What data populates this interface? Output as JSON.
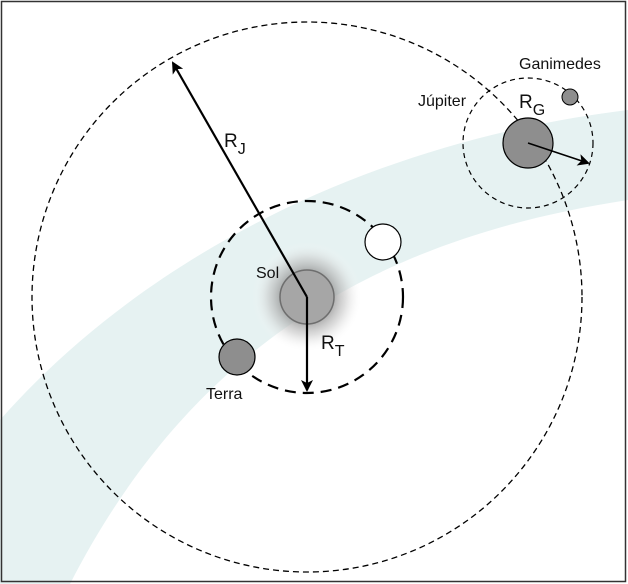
{
  "labels": {
    "sun": "Sol",
    "earth": "Terra",
    "jupiter": "Júpiter",
    "ganymede": "Ganimedes",
    "radius_jupiter": {
      "main": "R",
      "sub": "J"
    },
    "radius_earth": {
      "main": "R",
      "sub": "T"
    },
    "radius_ganymede": {
      "main": "R",
      "sub": "G"
    }
  },
  "colors": {
    "background_band": "#e6f2f2",
    "sun_core": "#a6a6a6",
    "sun_glow": "#7a7a7a",
    "planet_fill": "#8e8e8e",
    "line": "#000000"
  }
}
